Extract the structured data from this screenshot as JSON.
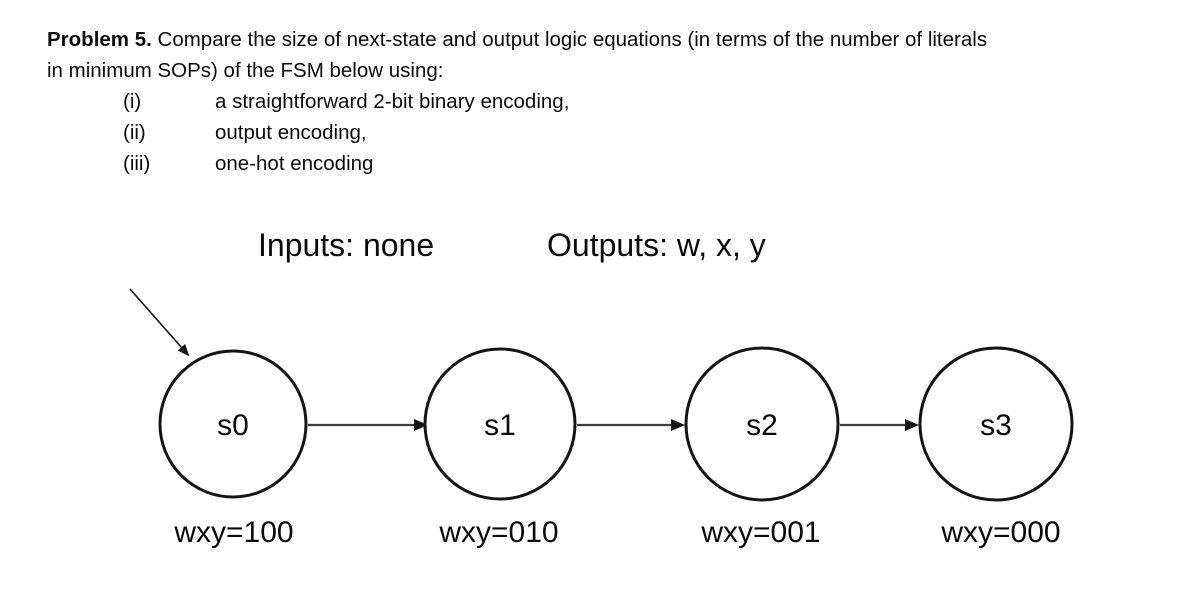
{
  "problem": {
    "label": "Problem 5.",
    "text_line1": "Compare the size of next-state and output logic equations (in terms of the number of literals",
    "text_line2": "in minimum SOPs) of the FSM below using:",
    "items": [
      {
        "num": "(i)",
        "text": "a straightforward 2-bit binary encoding,"
      },
      {
        "num": "(ii)",
        "text": "output encoding,"
      },
      {
        "num": "(iii)",
        "text": "one-hot encoding"
      }
    ]
  },
  "diagram": {
    "inputs_label": "Inputs: none",
    "outputs_label": "Outputs: w, x, y",
    "initial_state": "s0",
    "states": [
      {
        "name": "s0",
        "output": "wxy=100"
      },
      {
        "name": "s1",
        "output": "wxy=010"
      },
      {
        "name": "s2",
        "output": "wxy=001"
      },
      {
        "name": "s3",
        "output": "wxy=000"
      }
    ],
    "transitions": [
      {
        "from": "s0",
        "to": "s1"
      },
      {
        "from": "s1",
        "to": "s2"
      },
      {
        "from": "s2",
        "to": "s3"
      }
    ],
    "colors": {
      "stroke": "#141414",
      "connector": "#3d3d3d",
      "background": "#ffffff"
    }
  }
}
